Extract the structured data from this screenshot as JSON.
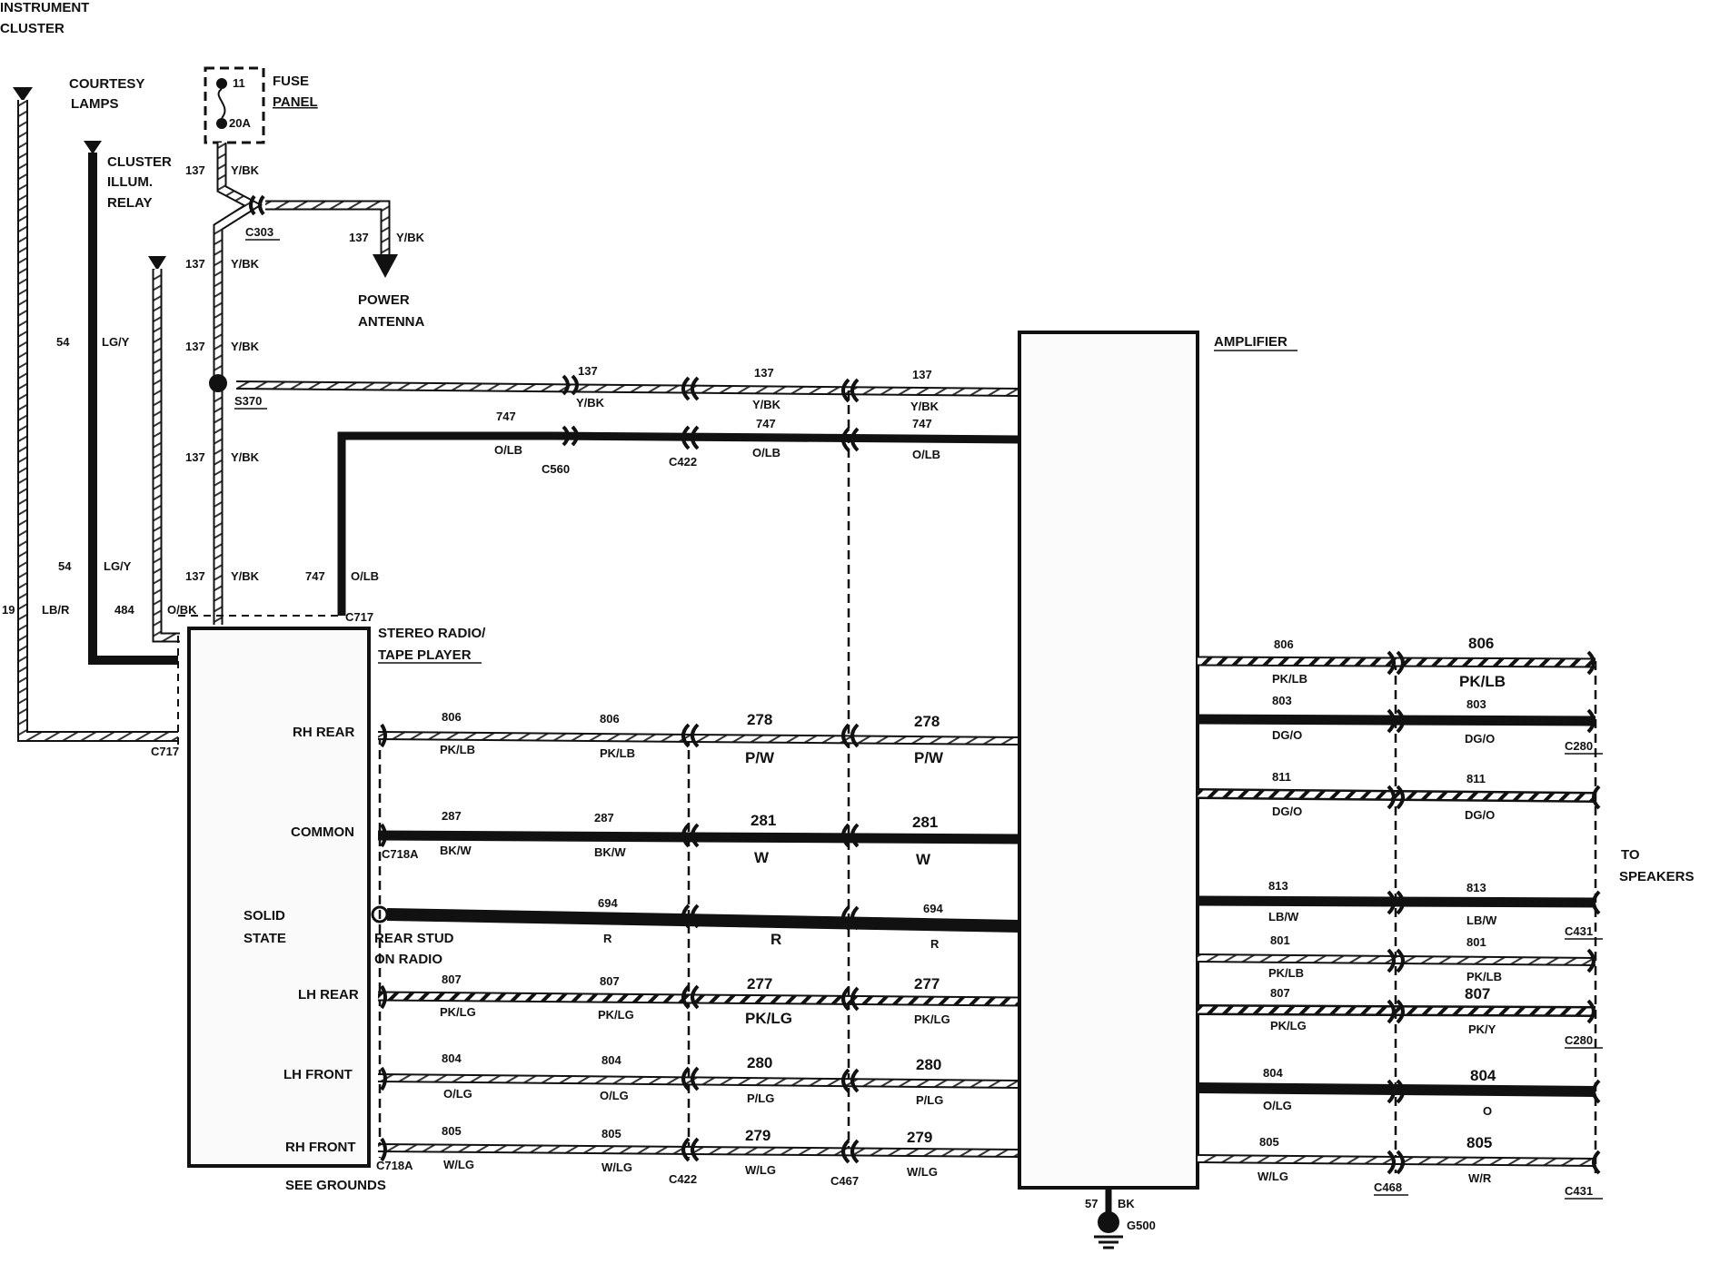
{
  "labels": {
    "instrument": "INSTRUMENT",
    "cluster": "CLUSTER",
    "courtesy": "COURTESY",
    "lamps": "LAMPS",
    "cluster_illum_1": "CLUSTER",
    "cluster_illum_2": "ILLUM.",
    "cluster_illum_3": "RELAY",
    "fuse_1": "FUSE",
    "fuse_2": "PANEL",
    "fuse_no": "11",
    "fuse_amp": "20A",
    "power_1": "POWER",
    "power_2": "ANTENNA",
    "amplifier": "AMPLIFIER",
    "radio_1": "STEREO RADIO/",
    "radio_2": "TAPE PLAYER",
    "rh_rear": "RH REAR",
    "common": "COMMON",
    "solid_1": "SOLID",
    "solid_2": "STATE",
    "rear_stud_1": "REAR STUD",
    "rear_stud_2": "ON RADIO",
    "lh_rear": "LH REAR",
    "lh_front": "LH FRONT",
    "rh_front": "RH FRONT",
    "see_grounds": "SEE GROUNDS",
    "to_1": "TO",
    "to_2": "SPEAKERS",
    "ground_circuit": "57",
    "ground_color": "BK",
    "ground_name": "G500"
  },
  "connectors": {
    "c303": "C303",
    "s370": "S370",
    "c560": "C560",
    "c422_top": "C422",
    "c717_top": "C717",
    "c717_left": "C717",
    "c718a_1": "C718A",
    "c718a_2": "C718A",
    "c422_bot": "C422",
    "c467": "C467",
    "c468": "C468",
    "c280_1": "C280",
    "c431_1": "C431",
    "c280_2": "C280",
    "c431_2": "C431"
  },
  "wires": {
    "w137_fuse": [
      "137",
      "Y/BK"
    ],
    "w137_ant": [
      "137",
      "Y/BK"
    ],
    "w137_a": [
      "137",
      "Y/BK"
    ],
    "w137_b": [
      "137",
      "Y/BK"
    ],
    "w137_c": [
      "137",
      "Y/BK"
    ],
    "w137_d": [
      "137",
      "Y/BK"
    ],
    "w54_a": [
      "54",
      "LG/Y"
    ],
    "w54_b": [
      "54",
      "LG/Y"
    ],
    "w19": [
      "19",
      "LB/R"
    ],
    "w484": [
      "484",
      "O/BK"
    ],
    "w747_v": [
      "747",
      "O/LB"
    ],
    "h137_1": [
      "137",
      "Y/BK"
    ],
    "h137_2": [
      "137",
      "Y/BK"
    ],
    "h137_3": [
      "137",
      "Y/BK"
    ],
    "h747_1": [
      "747",
      "O/LB"
    ],
    "h747_2": [
      "747",
      "O/LB"
    ],
    "h747_3": [
      "747",
      "O/LB"
    ],
    "rr_1": [
      "806",
      "PK/LB"
    ],
    "rr_2": [
      "806",
      "PK/LB"
    ],
    "rr_3": [
      "278",
      "P/W"
    ],
    "rr_4": [
      "278",
      "P/W"
    ],
    "cm_1": [
      "287",
      "BK/W"
    ],
    "cm_2": [
      "287",
      "BK/W"
    ],
    "cm_3": [
      "281",
      "W"
    ],
    "cm_4": [
      "281",
      "W"
    ],
    "st_2": [
      "694",
      "R"
    ],
    "st_3": [
      "R"
    ],
    "st_4": [
      "694",
      "R"
    ],
    "lr_1": [
      "807",
      "PK/LG"
    ],
    "lr_2": [
      "807",
      "PK/LG"
    ],
    "lr_3": [
      "277",
      "PK/LG"
    ],
    "lr_4": [
      "277",
      "PK/LG"
    ],
    "lf_1": [
      "804",
      "O/LG"
    ],
    "lf_2": [
      "804",
      "O/LG"
    ],
    "lf_3": [
      "280",
      "P/LG"
    ],
    "lf_4": [
      "280",
      "P/LG"
    ],
    "rf_1": [
      "805",
      "W/LG"
    ],
    "rf_2": [
      "805",
      "W/LG"
    ],
    "rf_3": [
      "279",
      "W/LG"
    ],
    "rf_4": [
      "279",
      "W/LG"
    ],
    "o806_a": [
      "806",
      "PK/LB"
    ],
    "o806_b": [
      "806",
      "PK/LB"
    ],
    "o803_a": [
      "803",
      "DG/O"
    ],
    "o803_b": [
      "803",
      "DG/O"
    ],
    "o811_a": [
      "811",
      "DG/O"
    ],
    "o811_b": [
      "811",
      "DG/O"
    ],
    "o813_a": [
      "813",
      "LB/W"
    ],
    "o813_b": [
      "813",
      "LB/W"
    ],
    "o801_a": [
      "801",
      "PK/LB"
    ],
    "o801_b": [
      "801",
      "PK/LB"
    ],
    "o807_a": [
      "807",
      "PK/LG"
    ],
    "o807_b": [
      "807",
      "PK/Y"
    ],
    "o804_a": [
      "804",
      "O/LG"
    ],
    "o804_b": [
      "804",
      "O"
    ],
    "o805_a": [
      "805",
      "W/LG"
    ],
    "o805_b": [
      "805",
      "W/R"
    ]
  }
}
